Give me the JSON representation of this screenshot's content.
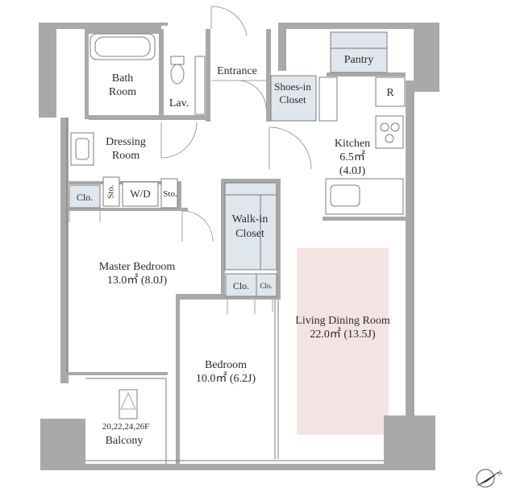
{
  "rooms": {
    "bath_room": [
      "Bath",
      "Room"
    ],
    "lav": "Lav.",
    "entrance": "Entrance",
    "shoes_in_closet": [
      "Shoes-in",
      "Closet"
    ],
    "pantry": "Pantry",
    "refrigerator": "R",
    "dressing_room": [
      "Dressing",
      "Room"
    ],
    "kitchen": [
      "Kitchen",
      "6.5㎡",
      "(4.0J)"
    ],
    "closet_left": "Clo.",
    "storage_1": "Sto.",
    "washer_dryer": "W/D",
    "storage_2": "Sto.",
    "walk_in_closet": [
      "Walk-in",
      "Closet"
    ],
    "master_bedroom": [
      "Master Bedroom",
      "13.0㎡ (8.0J)"
    ],
    "closet_mid_1": "Clo.",
    "closet_mid_2": "Clo.",
    "living_dining_room": [
      "Living Dining Room",
      "22.0㎡ (13.5J)"
    ],
    "bedroom": [
      "Bedroom",
      "10.0㎡ (6.2J)"
    ],
    "balcony": [
      "20,22,24,26F",
      "Balcony"
    ]
  },
  "compass": "N",
  "colors": {
    "wall": "#a9a9a9",
    "closet_fill": "#dfe6ec",
    "living_highlight": "#f4e3e3",
    "line": "#7a7a7a"
  }
}
